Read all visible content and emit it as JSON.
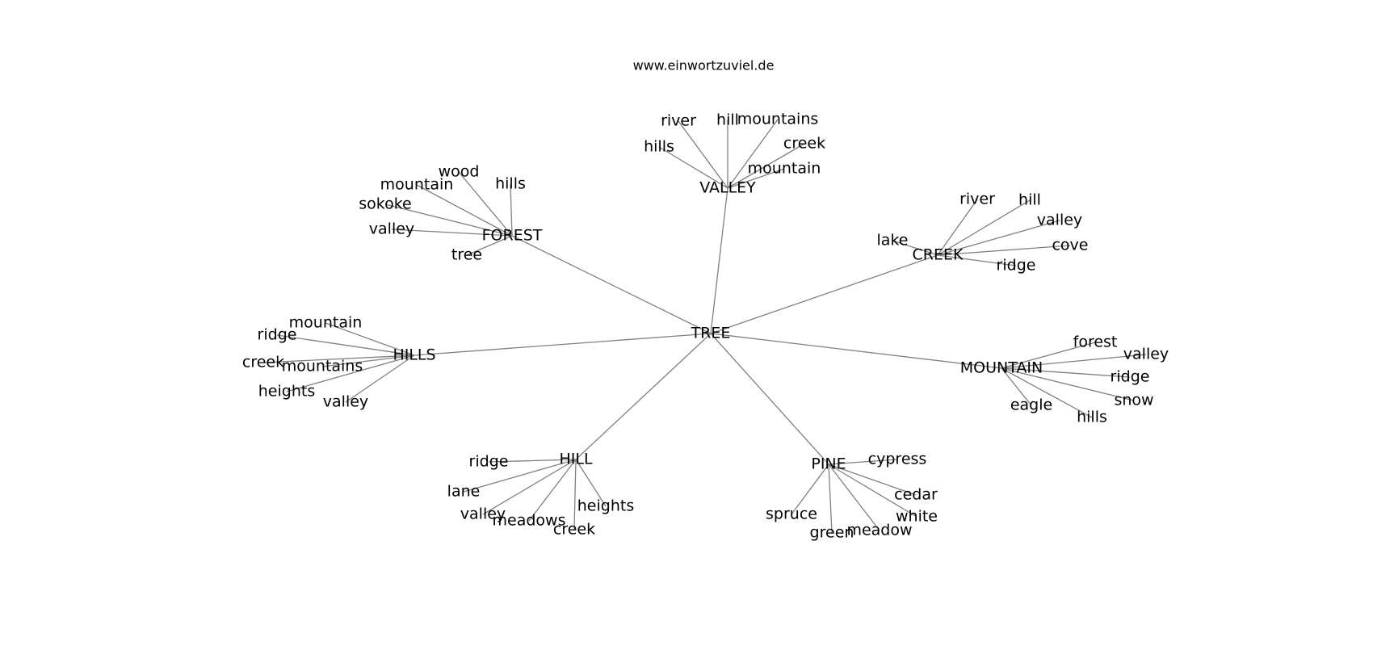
{
  "source": "www.einwortzuviel.de",
  "colors": {
    "edge": "#808080",
    "text": "#000000",
    "background": "#ffffff"
  },
  "graph": {
    "center": "TREE",
    "branches": [
      {
        "label": "VALLEY",
        "children": [
          "river",
          "hill",
          "mountains",
          "hills",
          "creek",
          "mountain"
        ]
      },
      {
        "label": "FOREST",
        "children": [
          "wood",
          "hills",
          "mountain",
          "sokoke",
          "valley",
          "tree"
        ]
      },
      {
        "label": "CREEK",
        "children": [
          "river",
          "hill",
          "valley",
          "lake",
          "cove",
          "ridge"
        ]
      },
      {
        "label": "HILLS",
        "children": [
          "mountain",
          "ridge",
          "creek",
          "mountains",
          "heights",
          "valley"
        ]
      },
      {
        "label": "MOUNTAIN",
        "children": [
          "forest",
          "valley",
          "ridge",
          "snow",
          "eagle",
          "hills"
        ]
      },
      {
        "label": "HILL",
        "children": [
          "ridge",
          "lane",
          "valley",
          "meadows",
          "creek",
          "heights"
        ]
      },
      {
        "label": "PINE",
        "children": [
          "cypress",
          "cedar",
          "white",
          "meadow",
          "green",
          "spruce"
        ]
      }
    ]
  }
}
